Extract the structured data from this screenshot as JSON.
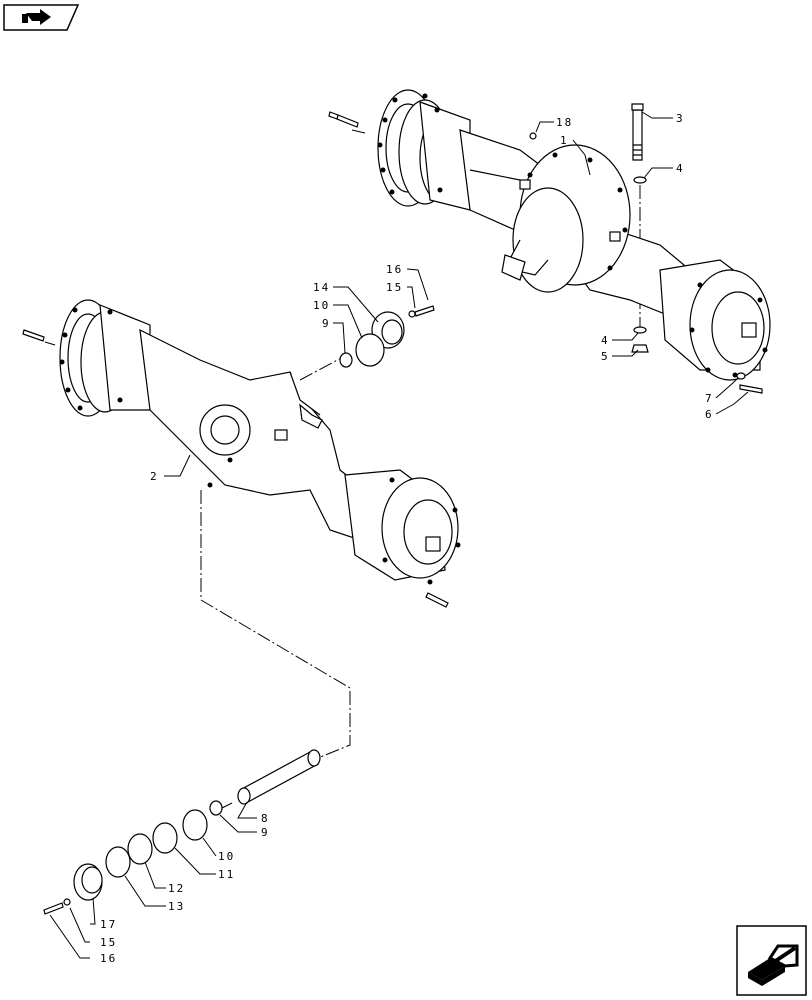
{
  "nav": {
    "back_icon": "arrow-back-icon",
    "forward_icon": "arrow-forward-icon"
  },
  "callouts": {
    "c1": "1",
    "c2": "2",
    "c3": "3",
    "c4a": "4",
    "c4b": "4",
    "c5": "5",
    "c6": "6",
    "c7": "7",
    "c8": "8",
    "c9a": "9",
    "c9b": "9",
    "c10a": "10",
    "c10b": "10",
    "c11": "11",
    "c12": "12",
    "c13": "13",
    "c14": "14",
    "c15a": "15",
    "c15b": "15",
    "c16a": "16",
    "c16b": "16",
    "c17": "17",
    "c18": "18"
  }
}
